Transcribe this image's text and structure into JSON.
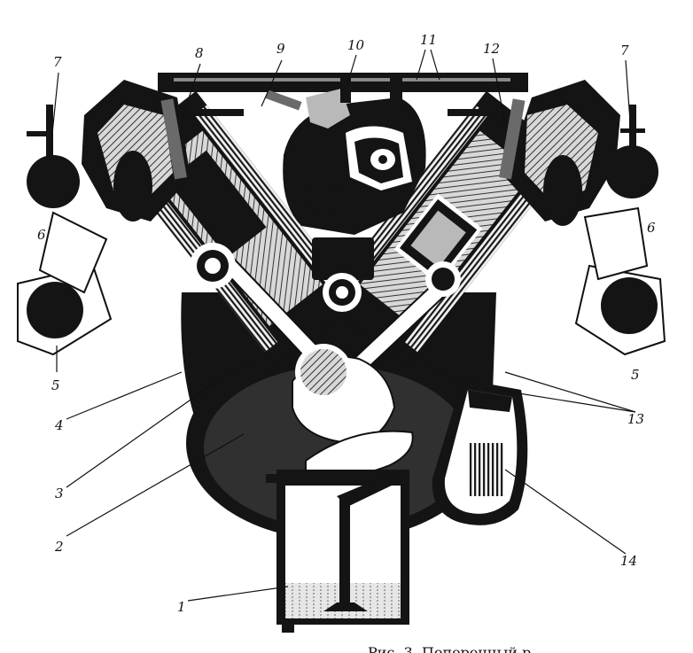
{
  "figure": {
    "callouts": [
      "1",
      "2",
      "3",
      "4",
      "5",
      "5",
      "6",
      "6",
      "7",
      "7",
      "8",
      "9",
      "10",
      "11",
      "12",
      "13",
      "14"
    ],
    "caption_fragment": "Рис. 3. Поперечный р"
  },
  "colors": {
    "ink": "#141414",
    "paper": "#ffffff",
    "shade": "#6a6a6a"
  }
}
